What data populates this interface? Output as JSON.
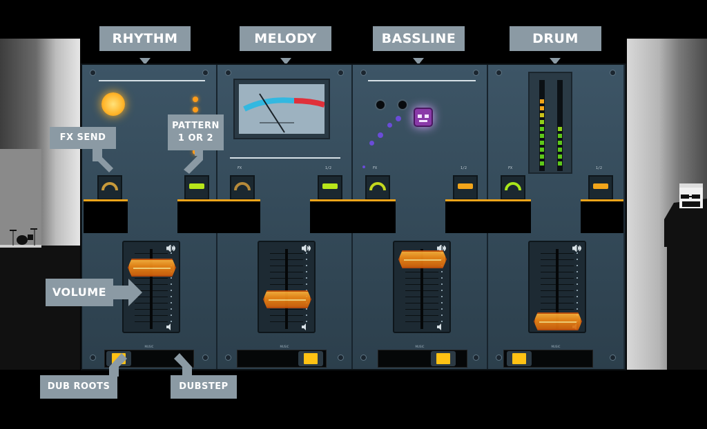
{
  "labels": {
    "rhythm": "RHYTHM",
    "melody": "MELODY",
    "bassline": "BASSLINE",
    "drum": "DRUM",
    "fx_send": "FX SEND",
    "pattern": "PATTERN",
    "pattern_2": "1 OR 2",
    "volume": "VOLUME",
    "dub_roots": "DUB ROOTS",
    "dubstep": "DUBSTEP"
  },
  "channels": [
    {
      "name": "rhythm",
      "fader_level": 0.78,
      "switch": "left"
    },
    {
      "name": "melody",
      "fader_level": 0.42,
      "switch": "right"
    },
    {
      "name": "bassline",
      "fader_level": 0.88,
      "switch": "right"
    },
    {
      "name": "drum",
      "fader_level": 0.08,
      "switch": "left"
    }
  ],
  "small_labels": {
    "fx": "FX",
    "one_two": "1/2",
    "music": "MUSIC"
  },
  "colors": {
    "accent_orange": "#f2a51a",
    "switch_yellow": "#ffc214",
    "tag_gray": "#8b9aa4",
    "panel_blue": "#3d5566"
  },
  "icons": [
    "sun-icon",
    "speaker-icon",
    "robot-character-icon",
    "drum-kit-icon",
    "performer-icon"
  ]
}
